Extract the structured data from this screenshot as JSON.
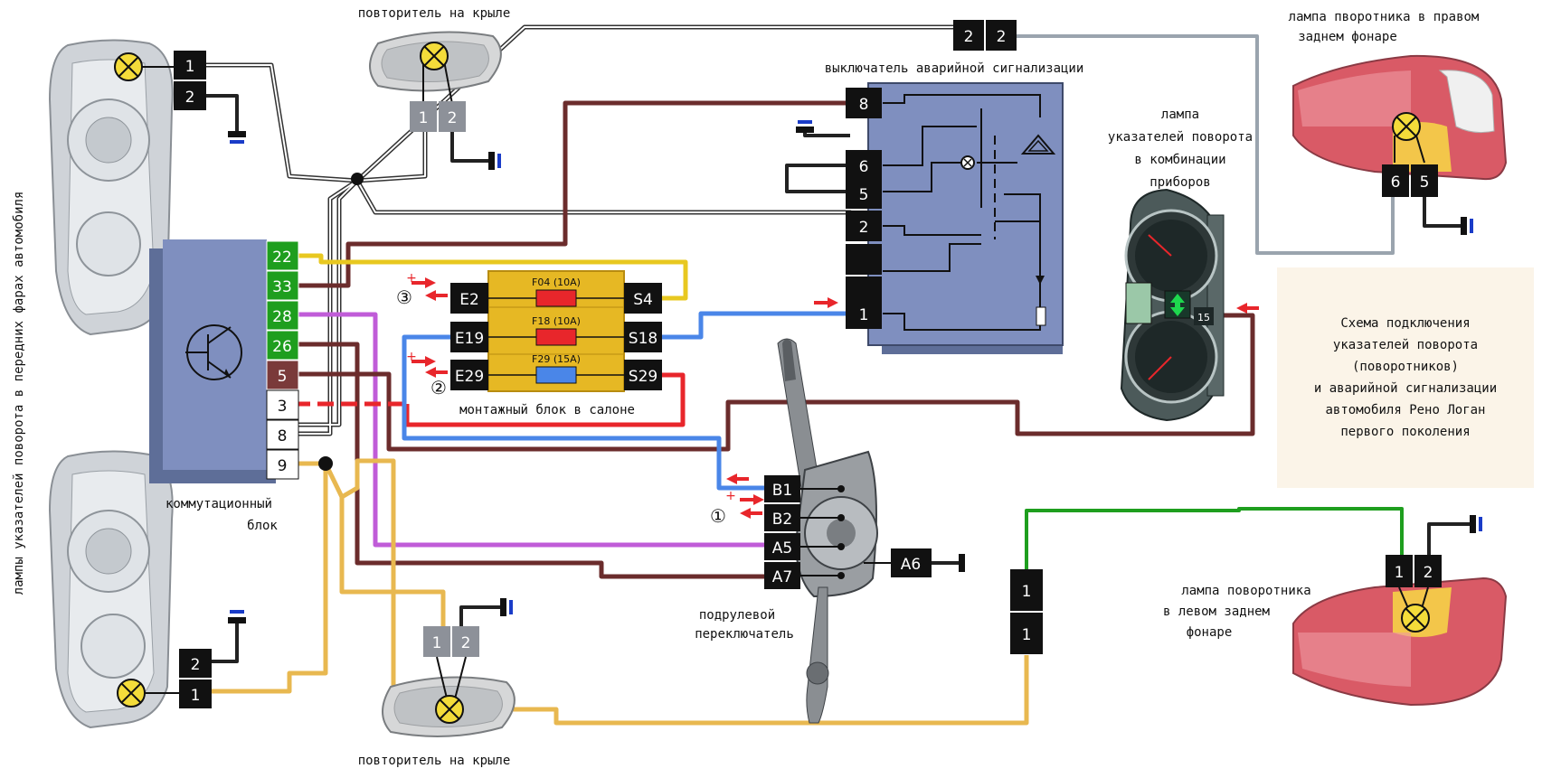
{
  "labels": {
    "repeater_top": "повторитель на крыле",
    "repeater_bottom": "повторитель на крыле",
    "hazard_switch": "выключатель аварийной сигнализации",
    "right_rear_lamp": [
      "лампа пвоpотника в правом",
      "заднем фонаре"
    ],
    "cluster_lamp": [
      "лампа",
      "указателей поворота",
      "в комбинации",
      "приборов"
    ],
    "left_rear_lamp": [
      "лампа поворотника",
      "в левом заднем",
      "фонаре"
    ],
    "fuse_box": "монтажный блок в салоне",
    "relay_unit": [
      "коммутационный",
      "блок"
    ],
    "stalk_switch": [
      "подрулевой",
      "переключатель"
    ],
    "side_caption": "лампы указателей поворота в передних фарах автомобиля"
  },
  "note": {
    "lines": [
      "Схема подключения",
      "указателей поворота",
      "(поворотников)",
      "и аварийной сигнализации",
      "автомобиля Рено Логан",
      "первого поколения"
    ]
  },
  "connectors": {
    "front_top": [
      "1",
      "2"
    ],
    "front_bottom": [
      "2",
      "1"
    ],
    "repeater_top": [
      "1",
      "2"
    ],
    "repeater_bottom": [
      "1",
      "2"
    ],
    "hazard_top": [
      "2",
      "2"
    ],
    "right_rear": [
      "6",
      "5"
    ],
    "left_rear": [
      "1",
      "2"
    ],
    "left_inline": [
      "1",
      "1"
    ],
    "hazard_pins": [
      "8",
      "6",
      "5",
      "2",
      "1"
    ],
    "relay_pins": [
      "22",
      "33",
      "28",
      "26",
      "5",
      "3",
      "8",
      "9"
    ],
    "fuse_left": [
      "E2",
      "E19",
      "E29"
    ],
    "fuse_right": [
      "S4",
      "S18",
      "S29"
    ],
    "stalk_pins": [
      "B1",
      "B2",
      "A5",
      "A7"
    ],
    "stalk_ground": "A6",
    "cluster_pin": "15"
  },
  "fuses": [
    {
      "label": "F04 (10A)",
      "color": "#e8262b"
    },
    {
      "label": "F18 (10A)",
      "color": "#e8262b"
    },
    {
      "label": "F29 (15A)",
      "color": "#4a86e8"
    }
  ],
  "markers": {
    "circled": [
      "③",
      "②",
      "①"
    ],
    "plus": "+",
    "minus": "−"
  },
  "colors": {
    "wire_yellow": "#e8c820",
    "wire_brown": "#6b2c2c",
    "wire_purple": "#c05cd8",
    "wire_blue": "#4a86e8",
    "wire_red": "#e8262b",
    "wire_orange": "#e8b850",
    "wire_gray": "#9aa4ae",
    "wire_green": "#1e9e1e",
    "module_bg": "#7f8fbf",
    "fusebox_bg": "#e6b824",
    "relay_pin_green": "#1e9e1e"
  }
}
